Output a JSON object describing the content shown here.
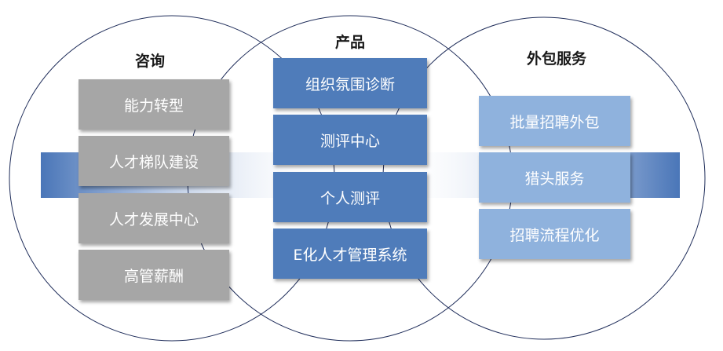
{
  "colors": {
    "gray_box": "#a6a6a6",
    "blue_box": "#4f7cba",
    "light_blue_box": "#8fb2dd",
    "circle_stroke": "#1f2d5a",
    "band_dark": "#4a76b8"
  },
  "consulting": {
    "title": "咨询",
    "items": [
      "能力转型",
      "人才梯队建设",
      "人才发展中心",
      "高管薪酬"
    ]
  },
  "product": {
    "title": "产品",
    "items": [
      "组织氛围诊断",
      "测评中心",
      "个人测评",
      "E化人才管理系统"
    ]
  },
  "outsourcing": {
    "title": "外包服务",
    "items": [
      "批量招聘外包",
      "猎头服务",
      "招聘流程优化"
    ]
  }
}
